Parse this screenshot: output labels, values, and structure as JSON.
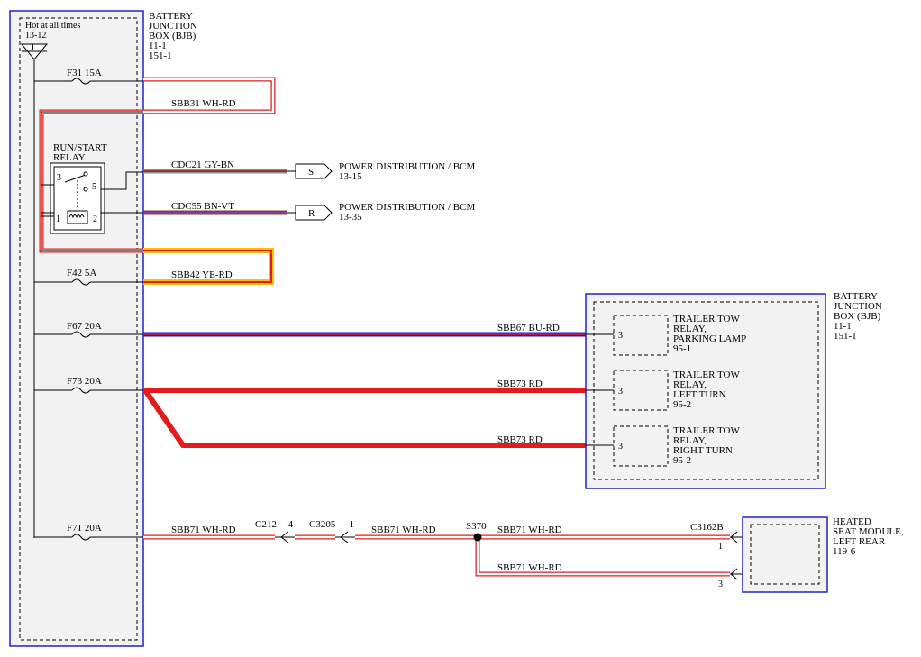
{
  "bjb_left": {
    "title": [
      "BATTERY",
      "JUNCTION",
      "BOX (BJB)",
      "11-1",
      "151-1"
    ],
    "hot_label": "Hot at all times",
    "hot_ref": "13-12",
    "connector": "J"
  },
  "fuses": {
    "f31": "F31   15A",
    "f42": "F42   5A",
    "f67": "F67   20A",
    "f73": "F73   20A",
    "f71": "F71   20A"
  },
  "relay": {
    "title": [
      "RUN/START",
      "RELAY"
    ],
    "pin3": "3",
    "pin5": "5",
    "pin1": "1",
    "pin2": "2"
  },
  "wires": {
    "sbb31": "SBB31   WH-RD",
    "cdc21": "CDC21   GY-BN",
    "cdc55": "CDC55   BN-VT",
    "sbb42": "SBB42   YE-RD",
    "sbb67": "SBB67   BU-RD",
    "sbb73a": "SBB73   RD",
    "sbb73b": "SBB73   RD",
    "sbb71a": "SBB71   WH-RD",
    "sbb71b": "SBB71   WH-RD",
    "sbb71c": "SBB71   WH-RD",
    "sbb71d": "SBB71   WH-RD"
  },
  "destinations": {
    "s": {
      "letter": "S",
      "title": "POWER DISTRIBUTION / BCM",
      "ref": "13-15"
    },
    "r": {
      "letter": "R",
      "title": "POWER DISTRIBUTION / BCM",
      "ref": "13-35"
    }
  },
  "bjb_right": {
    "title": [
      "BATTERY",
      "JUNCTION",
      "BOX (BJB)",
      "11-1",
      "151-1"
    ],
    "relays": [
      {
        "pin": "3",
        "lines": [
          "TRAILER TOW",
          "RELAY,",
          "PARKING LAMP",
          "95-1"
        ]
      },
      {
        "pin": "3",
        "lines": [
          "TRAILER TOW",
          "RELAY,",
          "LEFT TURN",
          "95-2"
        ]
      },
      {
        "pin": "3",
        "lines": [
          "TRAILER TOW",
          "RELAY,",
          "RIGHT TURN",
          "95-2"
        ]
      }
    ]
  },
  "connectors": {
    "c212": "C212",
    "c212_pin": "-4",
    "c3205": "C3205",
    "c3205_pin": "-1",
    "splice": "S370",
    "c3162b": "C3162B",
    "pin1": "1",
    "pin3": "3"
  },
  "heated_seat": {
    "title": [
      "HEATED",
      "SEAT MODULE,",
      "LEFT REAR",
      "119-6"
    ]
  },
  "colors": {
    "frame_blue": "#2222cc",
    "wire_red": "#e31b1b",
    "wire_yellow": "#f2c200",
    "wire_blue": "#1a1acc",
    "wire_gray": "#8c8c8c",
    "wire_brown": "#8b3a2e",
    "wire_violet": "#7a3fa0",
    "wire_white": "#ffffff",
    "panel_fill": "#f2f2f2"
  }
}
